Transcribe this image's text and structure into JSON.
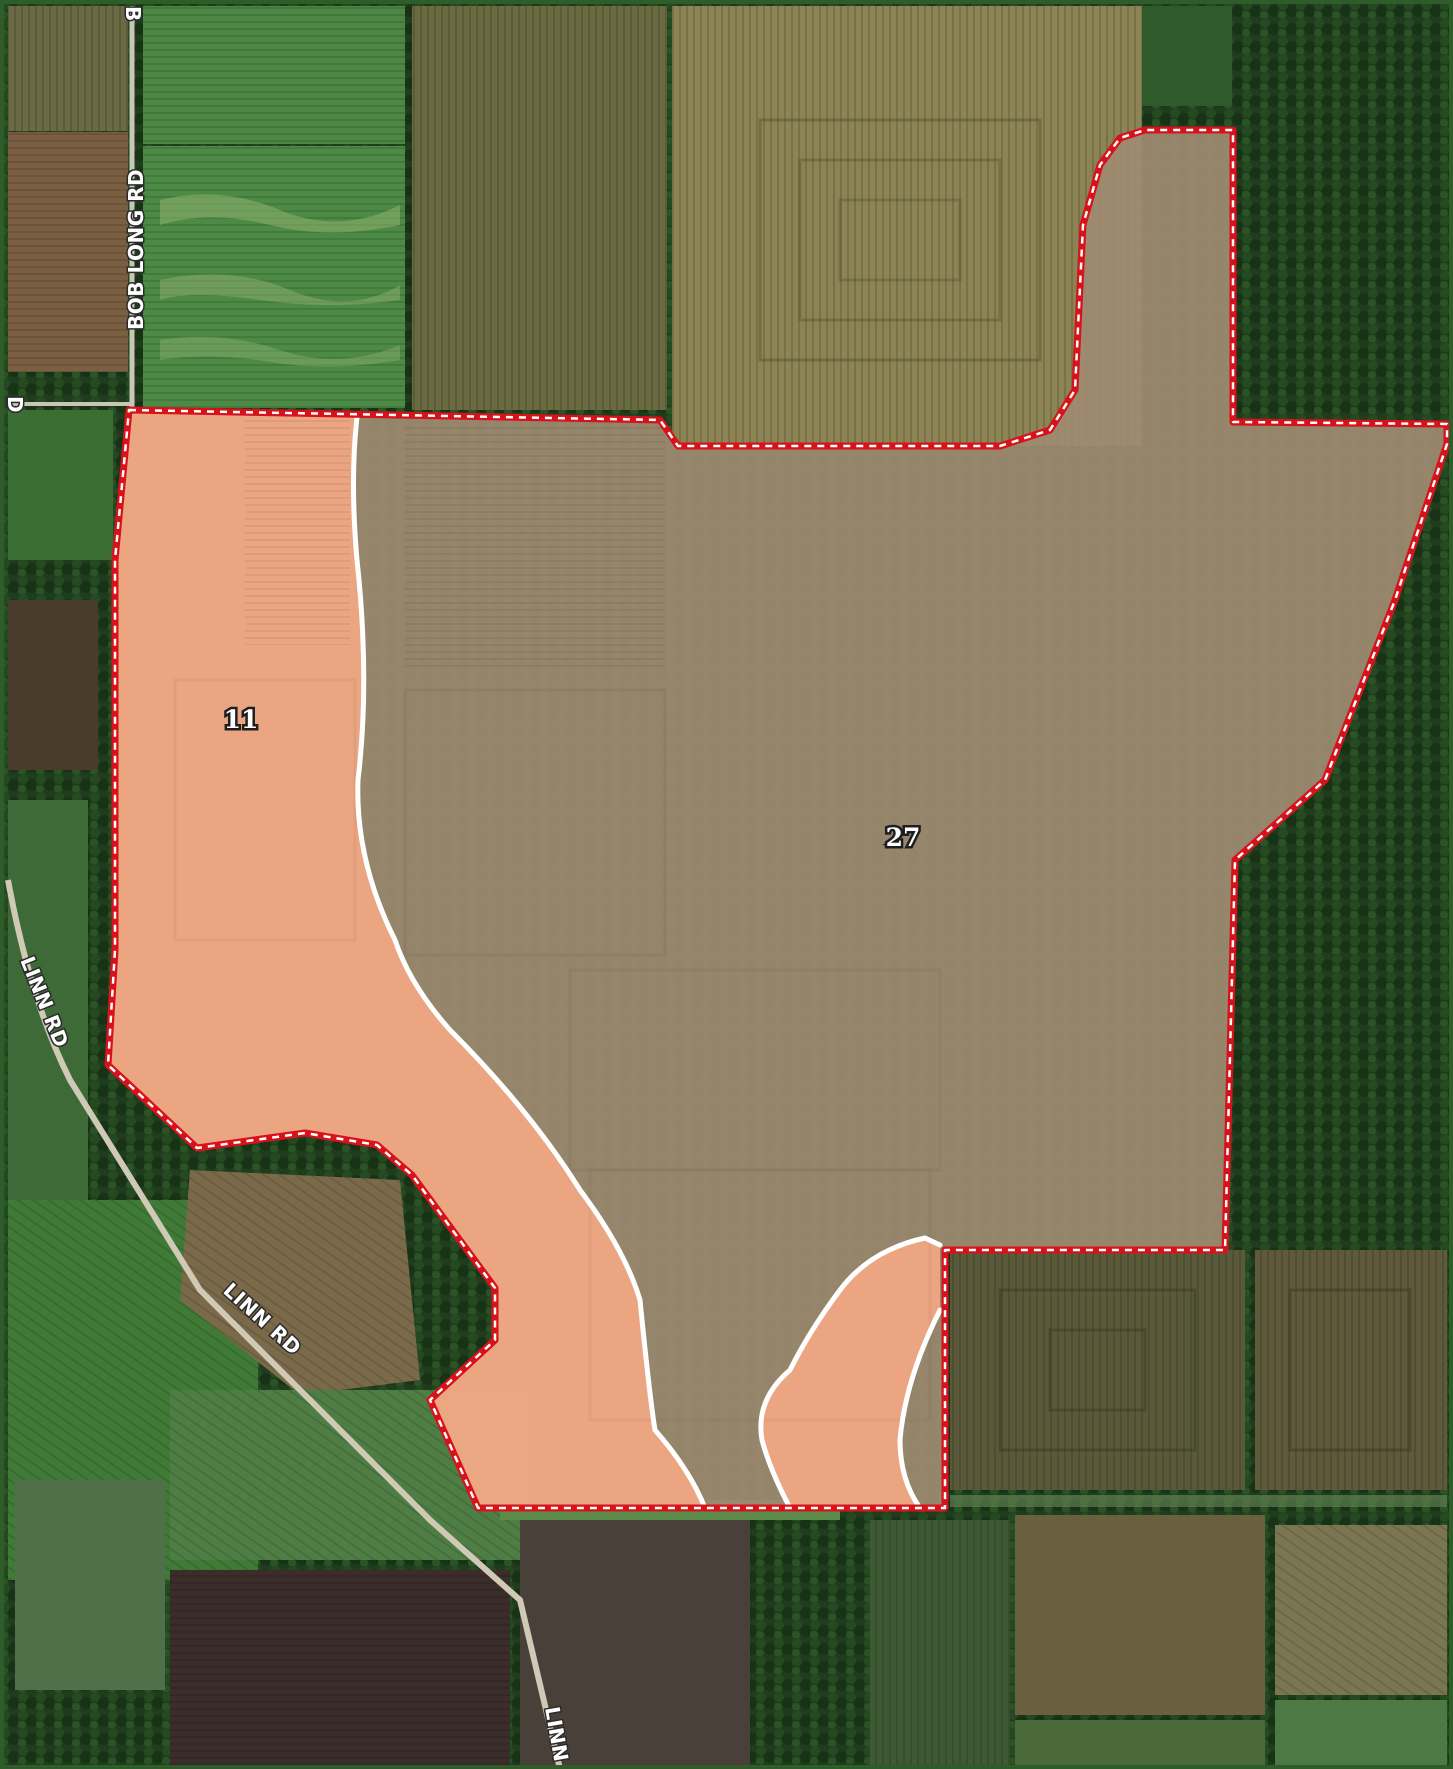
{
  "map": {
    "type": "aerial-parcel-map",
    "zones": [
      {
        "id": "11",
        "label": "11",
        "fill": "#f2a883"
      },
      {
        "id": "27",
        "label": "27",
        "fill": "#a08b72"
      }
    ],
    "roads": [
      {
        "id": "bob-long",
        "label": "BOB LONG RD"
      },
      {
        "id": "linn-west",
        "label": "LINN RD"
      },
      {
        "id": "linn-center",
        "label": "LINN RD"
      },
      {
        "id": "linn-bottom",
        "label": "LINN R"
      }
    ],
    "partial_labels": [
      {
        "id": "top-edge",
        "label": "B"
      },
      {
        "id": "left-edge",
        "label": "D"
      }
    ],
    "colors": {
      "boundary": "#d8121b",
      "zone_divider": "#ffffff",
      "frame": "#2e5d2a",
      "forest": "#1d3a1b",
      "field_green": "#3f7a37"
    }
  }
}
